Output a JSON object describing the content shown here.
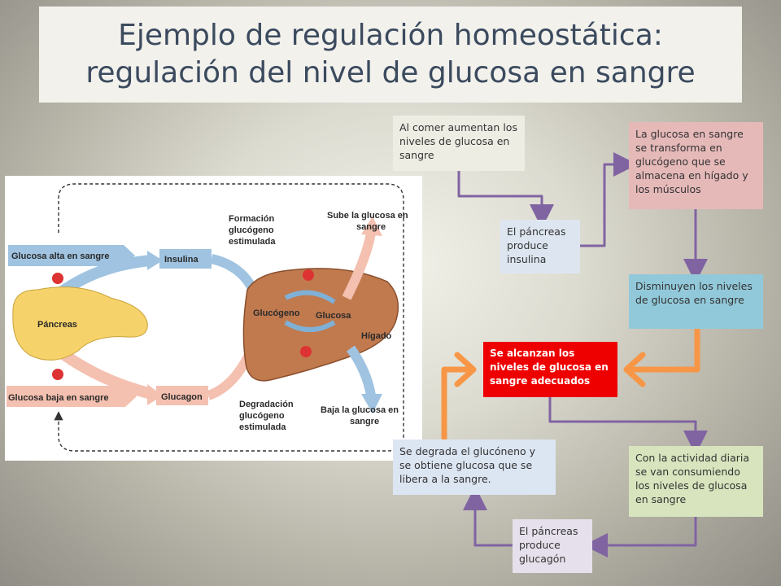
{
  "title": {
    "line1": "Ejemplo de regulación homeostática:",
    "line2": "regulación del nivel de glucosa en sangre"
  },
  "flow": {
    "eat": "Al comer aumentan los niveles de glucosa en sangre",
    "insulin": "El páncreas produce insulina",
    "transform": "La glucosa en sangre se transforma en glucógeno que se almacena en hígado y los músculos",
    "decrease": "Disminuyen los niveles de glucosa en sangre",
    "reached": "Se alcanzan los niveles de glucosa en sangre adecuados",
    "activity": "Con la actividad diaria se van consumiendo los niveles de glucosa en sangre",
    "degrade": "Se degrada el glucóneno y se obtiene glucosa que se libera a la sangre.",
    "glucagon": "El páncreas produce glucagón"
  },
  "illustration": {
    "high_glucose": "Glucosa alta en sangre",
    "low_glucose": "Glucosa baja en sangre",
    "pancreas": "Páncreas",
    "insulin": "Insulina",
    "glucagon": "Glucagon",
    "formation_1": "Formación",
    "formation_2": "glucógeno",
    "formation_3": "estimulada",
    "degradation_1": "Degradación",
    "degradation_2": "glucógeno",
    "degradation_3": "estimulada",
    "rise_1": "Sube la glucosa en",
    "rise_2": "sangre",
    "fall_1": "Baja la glucosa en",
    "fall_2": "sangre",
    "glycogen": "Glucógeno",
    "glucose": "Glucosa",
    "liver": "Hígado"
  },
  "colors": {
    "purple_arrow": "#8064a2",
    "orange_arrow": "#f79646",
    "reached_box": "#ee0000"
  }
}
